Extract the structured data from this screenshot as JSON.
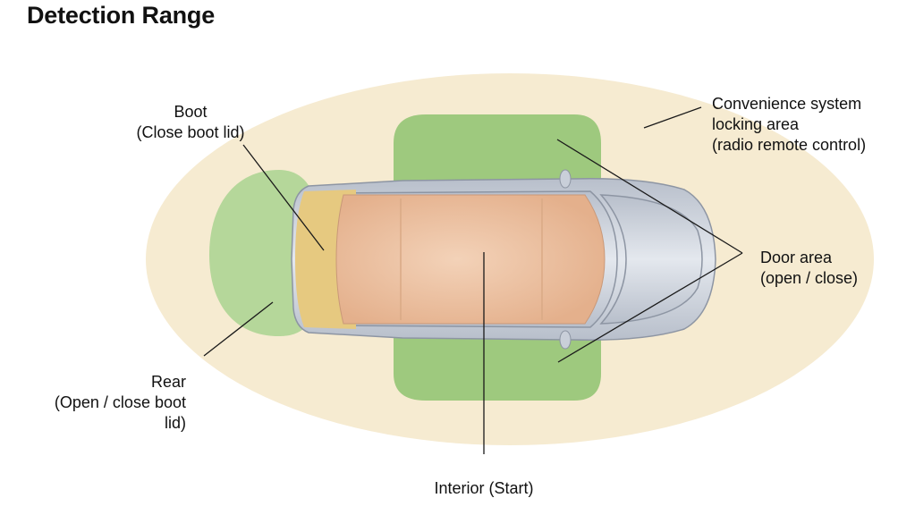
{
  "title": "Detection Range",
  "zones": {
    "boot": {
      "lines": [
        "Boot",
        "(Close boot lid)"
      ]
    },
    "convenience": {
      "lines": [
        "Convenience system",
        "locking area",
        "(radio remote control)"
      ]
    },
    "door": {
      "lines": [
        "Door area",
        "(open / close)"
      ]
    },
    "rear": {
      "lines": [
        "Rear",
        "(Open / close boot",
        "lid)"
      ]
    },
    "interior": {
      "lines": [
        "Interior (Start)"
      ]
    }
  },
  "colors": {
    "convenience_area": "#f6ebd1",
    "rear_area": "#b5d79a",
    "door_area": "#9ec97e",
    "interior_area": "#e9b998",
    "boot_area": "#e6c980",
    "car_body": "#c9cfd9",
    "car_outline": "#8d95a3",
    "leader_line": "#1a1a1a"
  }
}
